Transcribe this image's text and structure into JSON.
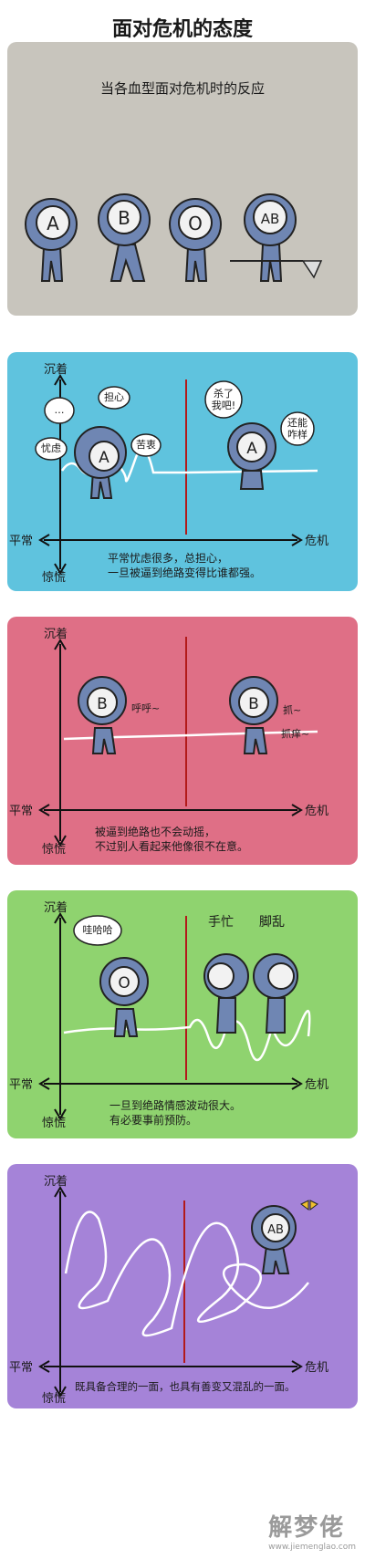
{
  "page_title": "面对危机的态度",
  "intro": {
    "text": "当各血型面对危机时的反应",
    "types": [
      "A",
      "B",
      "O",
      "AB"
    ]
  },
  "axis": {
    "top": "沉着",
    "left": "平常",
    "right": "危机",
    "bottom": "惊慌"
  },
  "panels": [
    {
      "type": "A",
      "bubbles": [
        "…",
        "担心",
        "忧虑",
        "苦衷",
        "杀了\n我吧!",
        "还能\n咋样"
      ],
      "caption": [
        "平常忧虑很多，总担心，",
        "一旦被逼到绝路变得比谁都强。"
      ]
    },
    {
      "type": "B",
      "bubbles": [
        "呼呼~",
        "抓~",
        "抓痒~"
      ],
      "caption": [
        "被逼到绝路也不会动摇，",
        "不过别人看起来他像很不在意。"
      ]
    },
    {
      "type": "O",
      "bubbles": [
        "哇哈哈",
        "手忙",
        "脚乱"
      ],
      "caption": [
        "一旦到绝路情感波动很大。",
        "有必要事前预防。"
      ]
    },
    {
      "type": "AB",
      "bubbles": [],
      "caption": [
        "既具备合理的一面，也具有善变又混乱的一面。"
      ]
    }
  ],
  "watermark": {
    "name": "解梦佬",
    "url": "www.jiemenglao.com"
  },
  "colors": {
    "intro_bg": "#c8c5bd",
    "panel_a": "#5fc3de",
    "panel_b": "#df6f86",
    "panel_o": "#8fd36f",
    "panel_ab": "#a583d8",
    "character": "#6f86b3",
    "divider": "#b21a1a"
  }
}
